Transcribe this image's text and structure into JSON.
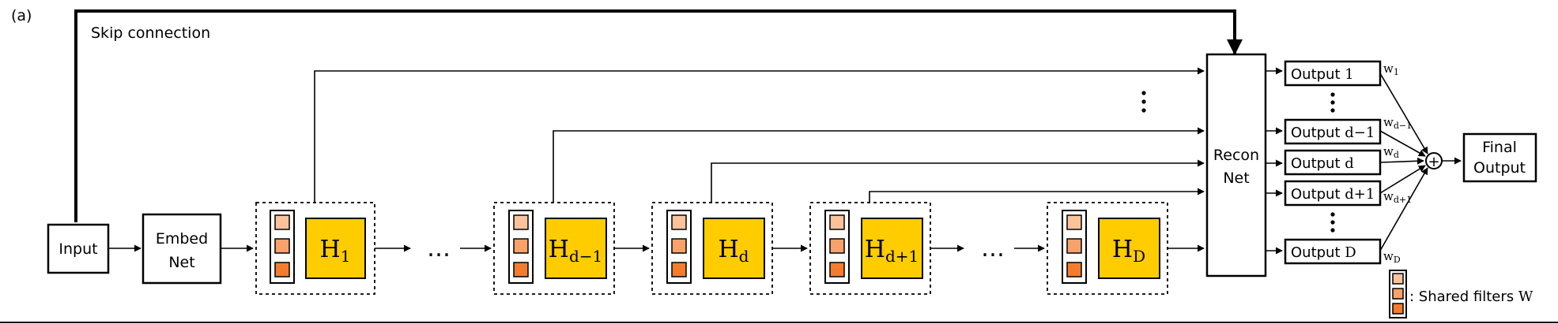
{
  "panel_label": "(a)",
  "skip_label": "Skip connection",
  "input_label": "Input",
  "embed_net": {
    "line1": "Embed",
    "line2": "Net"
  },
  "recon_net": {
    "line1": "Recon",
    "line2": "Net"
  },
  "hidden_blocks": [
    {
      "base": "H",
      "sub": "1"
    },
    {
      "base": "H",
      "sub": "d−1"
    },
    {
      "base": "H",
      "sub": "d"
    },
    {
      "base": "H",
      "sub": "d+1"
    },
    {
      "base": "H",
      "sub": "D"
    }
  ],
  "ellipsis": "…",
  "outputs": [
    {
      "prefix": "Output ",
      "index": "1",
      "weight_base": "w",
      "weight_sub": "1"
    },
    {
      "prefix": "Output ",
      "index": "d−1",
      "weight_base": "w",
      "weight_sub": "d−1"
    },
    {
      "prefix": "Output ",
      "index": "d",
      "weight_base": "w",
      "weight_sub": "d"
    },
    {
      "prefix": "Output ",
      "index": "d+1",
      "weight_base": "w",
      "weight_sub": "d+1"
    },
    {
      "prefix": "Output ",
      "index": "D",
      "weight_base": "w",
      "weight_sub": "D"
    }
  ],
  "sum_symbol": "+",
  "final_output": {
    "line1": "Final",
    "line2": "Output"
  },
  "legend": {
    "text": ": Shared filters ",
    "symbol": "W"
  },
  "colors": {
    "hidden_fill": "#ffcc00",
    "filter_light": "#fbc39b",
    "filter_mid": "#f7a26a",
    "filter_dark": "#f47c2e"
  }
}
